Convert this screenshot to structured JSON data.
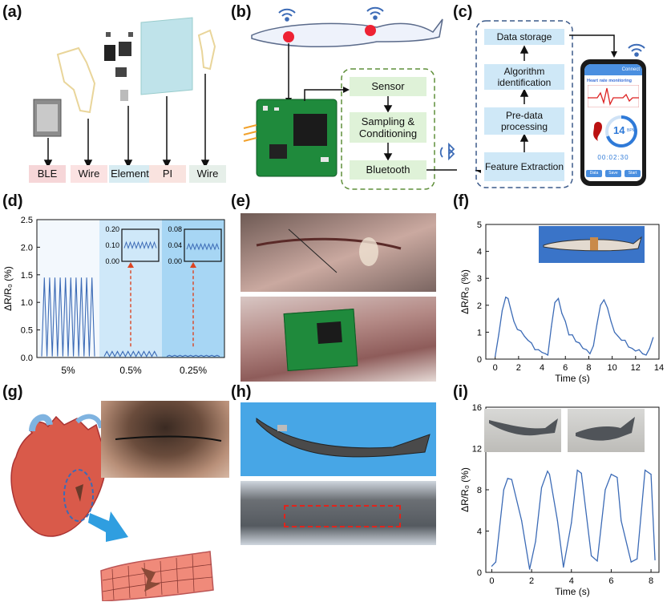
{
  "panel_labels": {
    "a": "(a)",
    "b": "(b)",
    "c": "(c)",
    "d": "(d)",
    "e": "(e)",
    "f": "(f)",
    "g": "(g)",
    "h": "(h)",
    "i": "(i)"
  },
  "a": {
    "layers": [
      {
        "label": "BLE",
        "color": "#f6d6d8"
      },
      {
        "label": "Wire",
        "color": "#fbe2e2"
      },
      {
        "label": "Element",
        "color": "#d8ecf2"
      },
      {
        "label": "PI",
        "color": "#f9e3df"
      },
      {
        "label": "Wire",
        "color": "#e6efe9"
      }
    ]
  },
  "b": {
    "flow": [
      "Sensor",
      "Sampling & Conditioning",
      "Bluetooth"
    ]
  },
  "c": {
    "flow": [
      "Data storage",
      "Algorithm identification",
      "Pre-data processing",
      "Feature Extraction"
    ],
    "phone": {
      "header": "Connect",
      "title": "Heart rate monitoring",
      "bpm": "14",
      "bpm_unit": "BPM",
      "time": "00:02:30",
      "buttons": [
        "Data",
        "Save",
        "Start"
      ]
    }
  },
  "colors": {
    "accent": "#3c6bb6",
    "flow_box": "#cfe8f7",
    "green_box": "#dff2d8"
  },
  "chart_data": [
    {
      "id": "d",
      "type": "line",
      "ylabel": "ΔR/R₀ (%)",
      "ylim": [
        0,
        2.5
      ],
      "yticks": [
        "0.0",
        "0.5",
        "1.0",
        "1.5",
        "2.0",
        "2.5"
      ],
      "categories": [
        "5%",
        "0.5%",
        "0.25%"
      ],
      "series": [
        {
          "amplitude": 1.45,
          "cycles": 10
        },
        {
          "amplitude": 0.11,
          "cycles": 10
        },
        {
          "amplitude": 0.04,
          "cycles": 10
        }
      ],
      "insets": [
        {
          "yticks": [
            "0.00",
            "0.10",
            "0.20"
          ],
          "ylim": [
            0,
            0.2
          ],
          "amplitude": 0.11
        },
        {
          "yticks": [
            "0.00",
            "0.04",
            "0.08"
          ],
          "ylim": [
            0,
            0.08
          ],
          "amplitude": 0.04
        }
      ]
    },
    {
      "id": "f",
      "type": "line",
      "xlabel": "Time (s)",
      "ylabel": "ΔR/R₀ (%)",
      "xlim": [
        -0.8,
        14
      ],
      "ylim": [
        0,
        5
      ],
      "xticks": [
        0,
        2,
        4,
        6,
        8,
        10,
        12,
        14
      ],
      "yticks": [
        0,
        1,
        2,
        3,
        4,
        5
      ],
      "x": [
        0,
        0.3,
        0.6,
        0.9,
        1.1,
        1.3,
        1.6,
        1.9,
        2.2,
        2.5,
        2.8,
        3.1,
        3.4,
        3.7,
        4.0,
        4.3,
        4.5,
        4.8,
        5.1,
        5.4,
        5.7,
        6.0,
        6.3,
        6.6,
        6.9,
        7.2,
        7.5,
        7.8,
        8.1,
        8.4,
        8.7,
        9.0,
        9.3,
        9.6,
        9.9,
        10.2,
        10.5,
        10.8,
        11.1,
        11.4,
        11.7,
        12.0,
        12.3,
        12.6,
        12.9,
        13.2,
        13.5
      ],
      "y": [
        0.1,
        0.9,
        1.8,
        2.3,
        2.25,
        1.9,
        1.4,
        1.1,
        1.05,
        0.85,
        0.7,
        0.6,
        0.35,
        0.35,
        0.25,
        0.2,
        0.15,
        1.2,
        2.1,
        2.25,
        1.7,
        1.4,
        0.9,
        0.9,
        0.65,
        0.6,
        0.4,
        0.35,
        0.2,
        0.5,
        1.3,
        2.0,
        2.2,
        1.9,
        1.4,
        1.0,
        0.85,
        0.7,
        0.7,
        0.45,
        0.4,
        0.3,
        0.35,
        0.2,
        0.15,
        0.4,
        0.8
      ]
    },
    {
      "id": "i",
      "type": "line",
      "xlabel": "Time (s)",
      "ylabel": "ΔR/R₀ (%)",
      "xlim": [
        -0.3,
        8.4
      ],
      "ylim": [
        0,
        16
      ],
      "xticks": [
        0,
        2,
        4,
        6,
        8
      ],
      "yticks": [
        0,
        4,
        8,
        12,
        16
      ],
      "x": [
        0,
        0.2,
        0.6,
        0.8,
        1.0,
        1.5,
        1.9,
        2.2,
        2.5,
        2.8,
        2.9,
        3.3,
        3.6,
        4.0,
        4.3,
        4.5,
        5.0,
        5.3,
        5.7,
        6.0,
        6.3,
        6.5,
        7.0,
        7.3,
        7.7,
        8.0,
        8.2
      ],
      "y": [
        0.6,
        1.0,
        8.0,
        9.1,
        9.0,
        5.0,
        0.3,
        3.0,
        8.2,
        9.8,
        9.5,
        5.0,
        0.5,
        4.8,
        9.9,
        9.6,
        1.6,
        1.1,
        8.0,
        9.5,
        9.2,
        5.0,
        1.0,
        1.3,
        9.9,
        9.5,
        1.2
      ]
    }
  ]
}
